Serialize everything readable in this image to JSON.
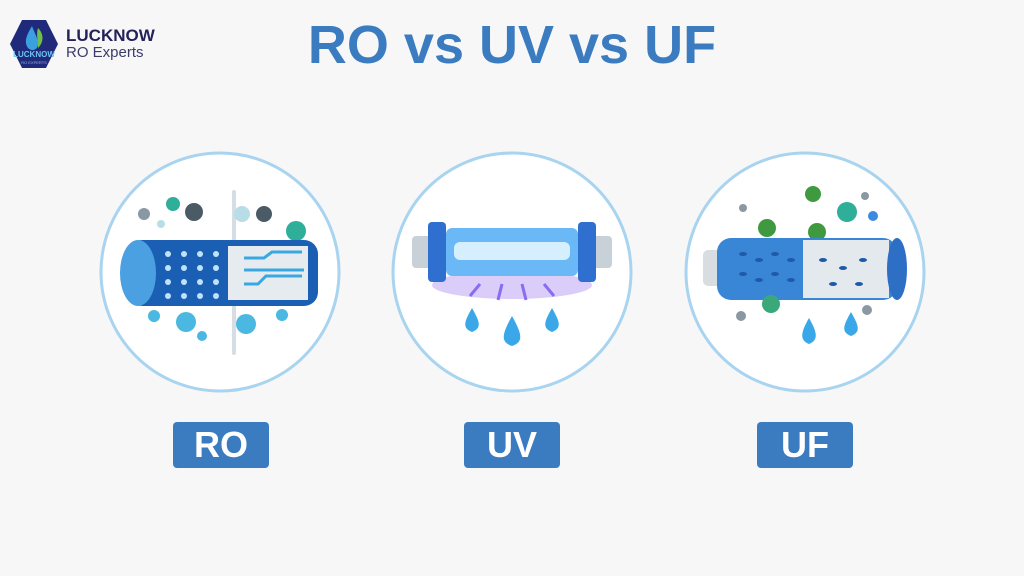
{
  "title": "RO vs UV vs UF",
  "logo": {
    "badge_text": "LUCKNOW",
    "badge_subtext": "RO EXPERTS",
    "line1": "LUCKNOW",
    "line2": "RO Experts"
  },
  "panels": [
    {
      "label": "RO",
      "illustration": "ro-membrane-filter"
    },
    {
      "label": "UV",
      "illustration": "uv-lamp-chamber"
    },
    {
      "label": "UF",
      "illustration": "uf-hollow-fiber-filter"
    }
  ],
  "colors": {
    "accent": "#3b7cc0",
    "ring": "#a9d4f0",
    "background": "#f7f7f8"
  }
}
